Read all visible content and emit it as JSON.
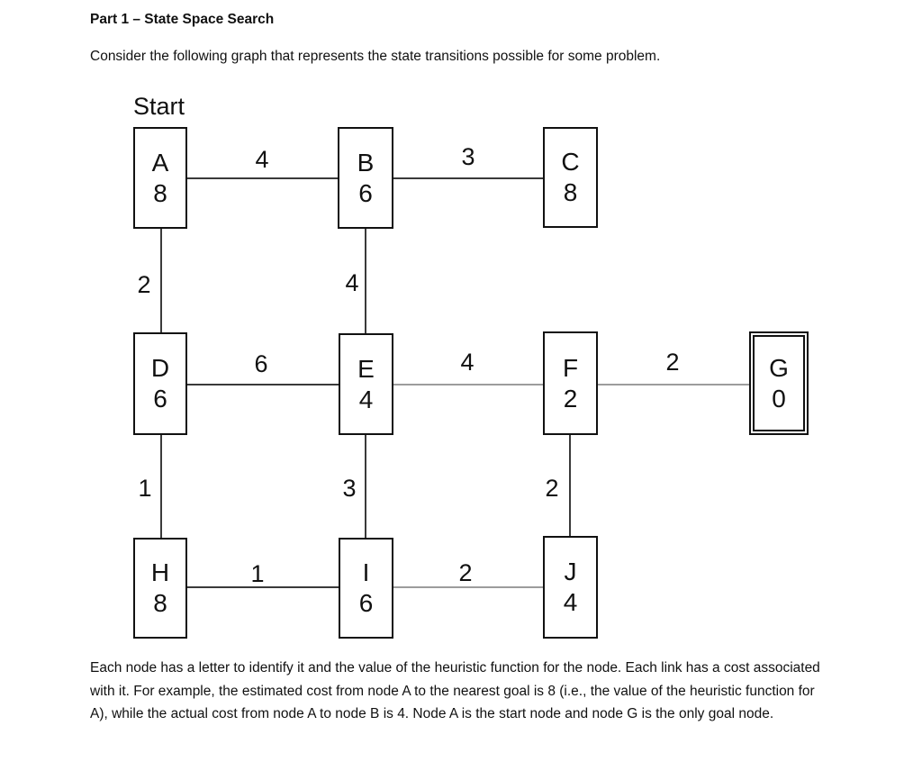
{
  "document": {
    "title": "Part 1 – State Space Search",
    "intro": "Consider the following graph that represents the state transitions possible for some problem.",
    "description": "Each node has a letter to identify it and the value of the heuristic function for the node. Each link has a cost associated with it. For example, the estimated cost from node A to the nearest goal is 8 (i.e., the value of the heuristic function for A), while the actual cost from node A to node B is 4. Node A is the start node and node G is the only goal node."
  },
  "graph": {
    "start_label": "Start",
    "start_node": "A",
    "goal_node": "G",
    "nodes": [
      {
        "letter": "A",
        "heuristic": 8,
        "role": "start"
      },
      {
        "letter": "B",
        "heuristic": 6,
        "role": "normal"
      },
      {
        "letter": "C",
        "heuristic": 8,
        "role": "normal"
      },
      {
        "letter": "D",
        "heuristic": 6,
        "role": "normal"
      },
      {
        "letter": "E",
        "heuristic": 4,
        "role": "normal"
      },
      {
        "letter": "F",
        "heuristic": 2,
        "role": "normal"
      },
      {
        "letter": "G",
        "heuristic": 0,
        "role": "goal"
      },
      {
        "letter": "H",
        "heuristic": 8,
        "role": "normal"
      },
      {
        "letter": "I",
        "heuristic": 6,
        "role": "normal"
      },
      {
        "letter": "J",
        "heuristic": 4,
        "role": "normal"
      }
    ],
    "edges": [
      {
        "from": "A",
        "to": "B",
        "cost": 4
      },
      {
        "from": "B",
        "to": "C",
        "cost": 3
      },
      {
        "from": "A",
        "to": "D",
        "cost": 2
      },
      {
        "from": "B",
        "to": "E",
        "cost": 4
      },
      {
        "from": "D",
        "to": "E",
        "cost": 6
      },
      {
        "from": "E",
        "to": "F",
        "cost": 4
      },
      {
        "from": "F",
        "to": "G",
        "cost": 2
      },
      {
        "from": "D",
        "to": "H",
        "cost": 1
      },
      {
        "from": "E",
        "to": "I",
        "cost": 3
      },
      {
        "from": "F",
        "to": "J",
        "cost": 2
      },
      {
        "from": "H",
        "to": "I",
        "cost": 1
      },
      {
        "from": "I",
        "to": "J",
        "cost": 2
      }
    ]
  },
  "colors": {
    "text": "#111111",
    "box_border": "#111111",
    "edge_dark": "#3a3a3a",
    "edge_light": "#9c9c9c",
    "background": "#ffffff"
  }
}
